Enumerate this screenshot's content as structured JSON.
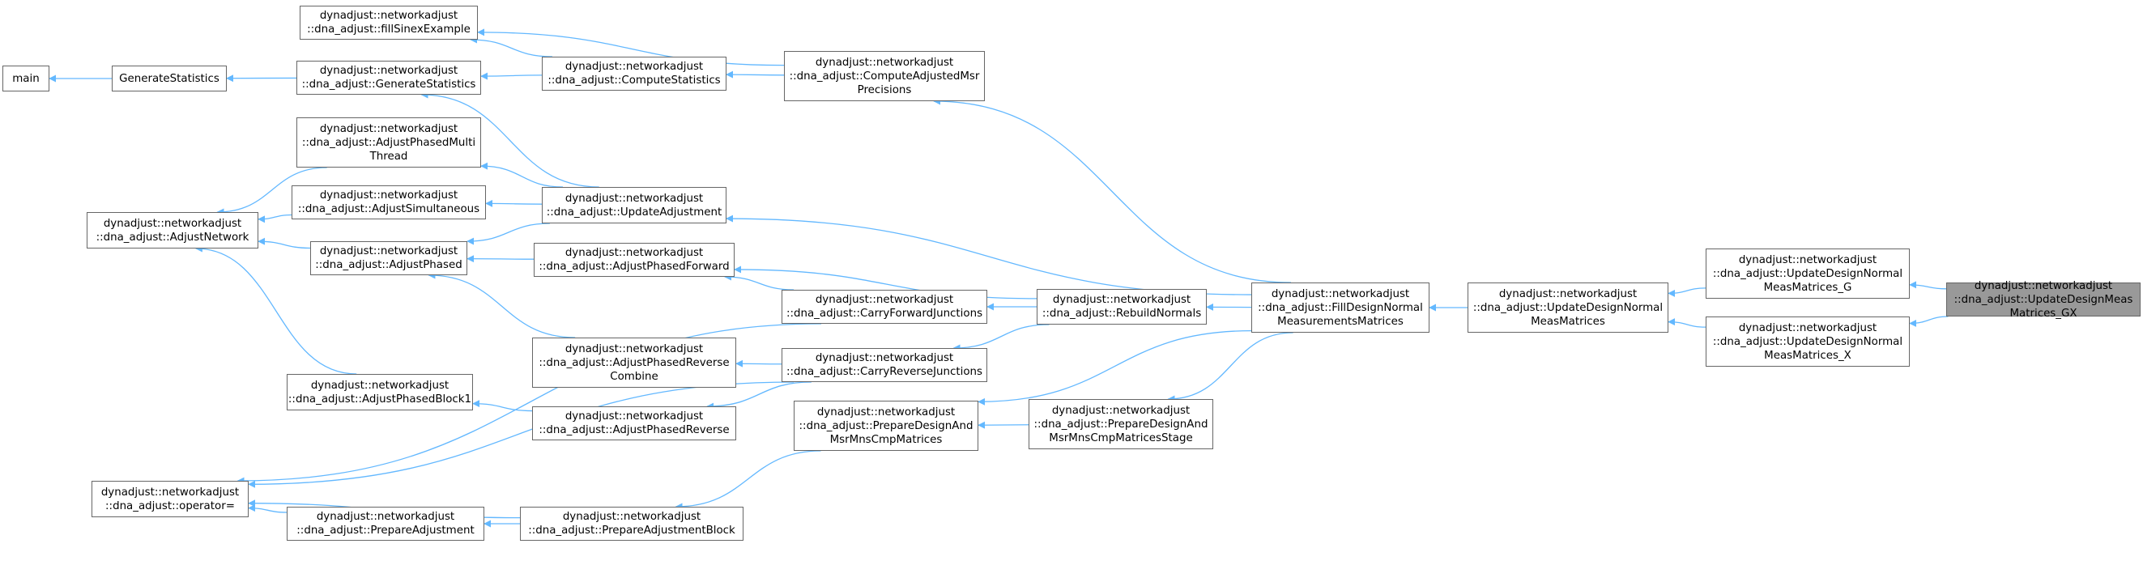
{
  "graph": {
    "edge_color": "#63b8ff",
    "nodes": [
      {
        "id": "main",
        "label": "main"
      },
      {
        "id": "genstats",
        "label": "GenerateStatistics"
      },
      {
        "id": "fillSinex",
        "label": "dynadjust::networkadjust\n::dna_adjust::fillSinexExample"
      },
      {
        "id": "dnaGenStats",
        "label": "dynadjust::networkadjust\n::dna_adjust::GenerateStatistics"
      },
      {
        "id": "computeStats",
        "label": "dynadjust::networkadjust\n::dna_adjust::ComputeStatistics"
      },
      {
        "id": "computeAdj",
        "label": "dynadjust::networkadjust\n::dna_adjust::ComputeAdjustedMsr\nPrecisions"
      },
      {
        "id": "phasedMulti",
        "label": "dynadjust::networkadjust\n::dna_adjust::AdjustPhasedMulti\nThread"
      },
      {
        "id": "simultaneous",
        "label": "dynadjust::networkadjust\n::dna_adjust::AdjustSimultaneous"
      },
      {
        "id": "updateAdj",
        "label": "dynadjust::networkadjust\n::dna_adjust::UpdateAdjustment"
      },
      {
        "id": "adjustNetwork",
        "label": "dynadjust::networkadjust\n::dna_adjust::AdjustNetwork"
      },
      {
        "id": "adjustPhased",
        "label": "dynadjust::networkadjust\n::dna_adjust::AdjustPhased"
      },
      {
        "id": "phasedForward",
        "label": "dynadjust::networkadjust\n::dna_adjust::AdjustPhasedForward"
      },
      {
        "id": "carryForward",
        "label": "dynadjust::networkadjust\n::dna_adjust::CarryForwardJunctions"
      },
      {
        "id": "rebuild",
        "label": "dynadjust::networkadjust\n::dna_adjust::RebuildNormals"
      },
      {
        "id": "fillDesign",
        "label": "dynadjust::networkadjust\n::dna_adjust::FillDesignNormal\nMeasurementsMatrices"
      },
      {
        "id": "updDesignNormal",
        "label": "dynadjust::networkadjust\n::dna_adjust::UpdateDesignNormal\nMeasMatrices"
      },
      {
        "id": "updG",
        "label": "dynadjust::networkadjust\n::dna_adjust::UpdateDesignNormal\nMeasMatrices_G"
      },
      {
        "id": "updX",
        "label": "dynadjust::networkadjust\n::dna_adjust::UpdateDesignNormal\nMeasMatrices_X"
      },
      {
        "id": "updGX",
        "label": "dynadjust::networkadjust\n::dna_adjust::UpdateDesignMeas\nMatrices_GX"
      },
      {
        "id": "phasedRevCombine",
        "label": "dynadjust::networkadjust\n::dna_adjust::AdjustPhasedReverse\nCombine"
      },
      {
        "id": "carryReverse",
        "label": "dynadjust::networkadjust\n::dna_adjust::CarryReverseJunctions"
      },
      {
        "id": "phasedBlock1",
        "label": "dynadjust::networkadjust\n::dna_adjust::AdjustPhasedBlock1"
      },
      {
        "id": "phasedReverse",
        "label": "dynadjust::networkadjust\n::dna_adjust::AdjustPhasedReverse"
      },
      {
        "id": "prepDesign",
        "label": "dynadjust::networkadjust\n::dna_adjust::PrepareDesignAnd\nMsrMnsCmpMatrices"
      },
      {
        "id": "prepDesignStage",
        "label": "dynadjust::networkadjust\n::dna_adjust::PrepareDesignAnd\nMsrMnsCmpMatricesStage"
      },
      {
        "id": "operatorEq",
        "label": "dynadjust::networkadjust\n::dna_adjust::operator="
      },
      {
        "id": "prepAdj",
        "label": "dynadjust::networkadjust\n::dna_adjust::PrepareAdjustment"
      },
      {
        "id": "prepAdjBlock",
        "label": "dynadjust::networkadjust\n::dna_adjust::PrepareAdjustmentBlock"
      }
    ],
    "edges": [
      {
        "from": "main",
        "to": "genstats"
      },
      {
        "from": "genstats",
        "to": "dnaGenStats"
      },
      {
        "from": "fillSinex",
        "to": "computeAdj"
      },
      {
        "from": "fillSinex",
        "to": "computeStats"
      },
      {
        "from": "dnaGenStats",
        "to": "computeStats"
      },
      {
        "from": "computeStats",
        "to": "computeAdj"
      },
      {
        "from": "computeAdj",
        "to": "fillDesign"
      },
      {
        "from": "dnaGenStats",
        "to": "updateAdj"
      },
      {
        "from": "phasedMulti",
        "to": "updateAdj"
      },
      {
        "from": "simultaneous",
        "to": "updateAdj"
      },
      {
        "from": "adjustPhased",
        "to": "updateAdj"
      },
      {
        "from": "updateAdj",
        "to": "fillDesign"
      },
      {
        "from": "adjustNetwork",
        "to": "phasedMulti"
      },
      {
        "from": "adjustNetwork",
        "to": "simultaneous"
      },
      {
        "from": "adjustNetwork",
        "to": "adjustPhased"
      },
      {
        "from": "adjustNetwork",
        "to": "phasedBlock1"
      },
      {
        "from": "adjustPhased",
        "to": "phasedForward"
      },
      {
        "from": "adjustPhased",
        "to": "phasedRevCombine"
      },
      {
        "from": "phasedForward",
        "to": "rebuild"
      },
      {
        "from": "phasedForward",
        "to": "carryForward"
      },
      {
        "from": "carryForward",
        "to": "rebuild"
      },
      {
        "from": "rebuild",
        "to": "fillDesign"
      },
      {
        "from": "fillDesign",
        "to": "updDesignNormal"
      },
      {
        "from": "updDesignNormal",
        "to": "updG"
      },
      {
        "from": "updDesignNormal",
        "to": "updX"
      },
      {
        "from": "updG",
        "to": "updGX"
      },
      {
        "from": "updX",
        "to": "updGX"
      },
      {
        "from": "phasedRevCombine",
        "to": "carryReverse"
      },
      {
        "from": "phasedReverse",
        "to": "carryReverse"
      },
      {
        "from": "carryReverse",
        "to": "rebuild"
      },
      {
        "from": "phasedBlock1",
        "to": "phasedReverse"
      },
      {
        "from": "prepDesign",
        "to": "prepDesignStage"
      },
      {
        "from": "prepDesign",
        "to": "fillDesign"
      },
      {
        "from": "prepDesignStage",
        "to": "fillDesign"
      },
      {
        "from": "operatorEq",
        "to": "carryForward"
      },
      {
        "from": "operatorEq",
        "to": "carryReverse"
      },
      {
        "from": "operatorEq",
        "to": "prepAdj"
      },
      {
        "from": "prepAdj",
        "to": "prepAdjBlock"
      },
      {
        "from": "operatorEq",
        "to": "prepAdjBlock"
      },
      {
        "from": "prepAdjBlock",
        "to": "prepDesign"
      }
    ]
  }
}
